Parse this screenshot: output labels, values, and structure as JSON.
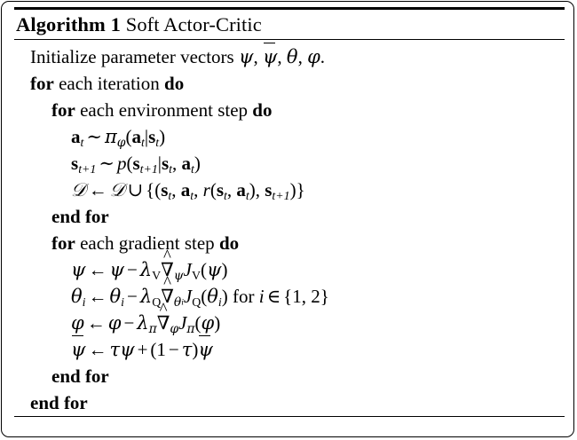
{
  "figure": {
    "name": "algorithm-block",
    "algorithm_label": "Algorithm 1",
    "title": "Soft Actor-Critic",
    "rules": {
      "top": "thick",
      "below_title": "thin",
      "bottom": "thin"
    },
    "colors": {
      "background": "#ffffff",
      "text": "#000000",
      "rule": "#000000"
    }
  },
  "lines": [
    {
      "id": "initialize",
      "indent": 0,
      "text": "Initialize parameter vectors ψ, ψ̄, θ, φ.",
      "keywords": []
    },
    {
      "id": "for-each-iteration",
      "indent": 0,
      "text": "for each iteration do",
      "keywords": [
        "for",
        "do"
      ]
    },
    {
      "id": "for-each-environment-step",
      "indent": 1,
      "text": "for each environment step do",
      "keywords": [
        "for",
        "do"
      ]
    },
    {
      "id": "sample-action",
      "indent": 2,
      "text": "a_t ~ π_φ(a_t|s_t)",
      "keywords": []
    },
    {
      "id": "sample-next-state",
      "indent": 2,
      "text": "s_{t+1} ~ p(s_{t+1}|s_t, a_t)",
      "keywords": []
    },
    {
      "id": "update-replay-buffer",
      "indent": 2,
      "text": "D ← D ∪ {(s_t, a_t, r(s_t, a_t), s_{t+1})}",
      "keywords": []
    },
    {
      "id": "end-for-environment-step",
      "indent": 1,
      "text": "end for",
      "keywords": [
        "end",
        "for"
      ]
    },
    {
      "id": "for-each-gradient-step",
      "indent": 1,
      "text": "for each gradient step do",
      "keywords": [
        "for",
        "do"
      ]
    },
    {
      "id": "update-psi",
      "indent": 2,
      "text": "ψ ← ψ − λ_V ∇̂_ψ J_V(ψ)",
      "keywords": []
    },
    {
      "id": "update-theta",
      "indent": 2,
      "text": "θ_i ← θ_i − λ_Q ∇̂_{θ_i} J_Q(θ_i) for i ∈ {1, 2}",
      "keywords": []
    },
    {
      "id": "update-phi",
      "indent": 2,
      "text": "φ ← φ − λ_π ∇̂_φ J_π(φ)",
      "keywords": []
    },
    {
      "id": "update-psi-target",
      "indent": 2,
      "text": "ψ̄ ← τψ + (1 − τ)ψ̄",
      "keywords": []
    },
    {
      "id": "end-for-gradient-step",
      "indent": 1,
      "text": "end for",
      "keywords": [
        "end",
        "for"
      ]
    },
    {
      "id": "end-for-iteration",
      "indent": 0,
      "text": "end for",
      "keywords": [
        "end",
        "for"
      ]
    }
  ],
  "tokens": {
    "initialize_prefix": "Initialize parameter vectors",
    "psi": "ψ",
    "theta": "θ",
    "phi": "φ",
    "pi": "π",
    "tau": "τ",
    "lambda": "λ",
    "nabla": "∇",
    "hat": "^",
    "cal_d": "𝒟",
    "sim": "∼",
    "larrow": "←",
    "cup": "∪",
    "in": "∈",
    "minus": "−",
    "plus": "+",
    "period": ".",
    "comma": ",",
    "for_word": "for",
    "each_word": "each",
    "iteration_word": "iteration",
    "environment_word": "environment",
    "gradient_word": "gradient",
    "step_word": "step",
    "do_word": "do",
    "end_word": "end",
    "i_var": "i",
    "one": "1",
    "two": "2",
    "t_sub": "t",
    "t_plus_1_sub": "t+1",
    "i_sub": "i",
    "V_sub": "V",
    "Q_sub": "Q",
    "J": "J",
    "p": "p",
    "r": "r",
    "s": "s",
    "a": "a"
  }
}
